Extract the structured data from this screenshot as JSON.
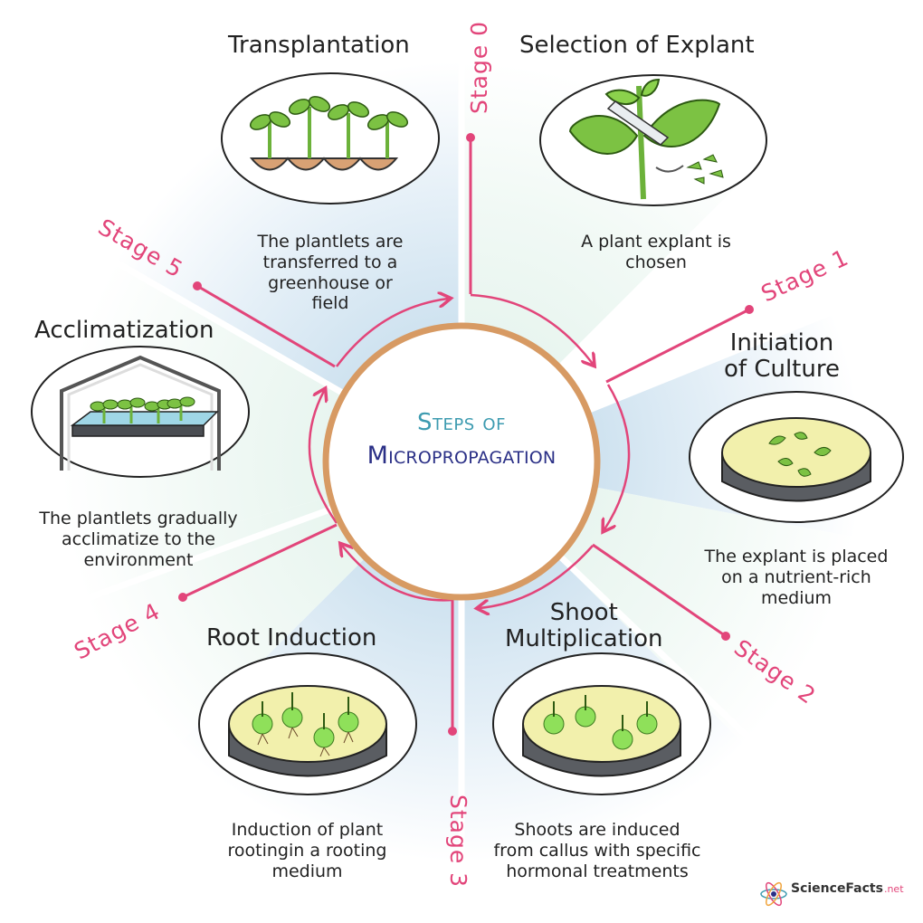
{
  "center": {
    "line1": "Steps of",
    "line2": "Micropropagation"
  },
  "stages": [
    {
      "label": "Stage 0",
      "title": "Selection of Explant",
      "description": "A plant explant is\nchosen",
      "illustration": "leaf-cutting-icon"
    },
    {
      "label": "Stage 1",
      "title": "Initiation\nof Culture",
      "description": "The explant is placed\non a nutrient-rich\nmedium",
      "illustration": "petri-dish-icon"
    },
    {
      "label": "Stage 2",
      "title": "Shoot\nMultiplication",
      "description": "Shoots are induced\nfrom callus with specific\nhormonal treatments",
      "illustration": "shoot-dish-icon"
    },
    {
      "label": "Stage 3",
      "title": "Root Induction",
      "description": "Induction of plant\nrootingin a rooting\nmedium",
      "illustration": "root-dish-icon"
    },
    {
      "label": "Stage 4",
      "title": "Acclimatization",
      "description": "The plantlets gradually\nacclimatize to the\nenvironment",
      "illustration": "greenhouse-icon"
    },
    {
      "label": "Stage 5",
      "title": "Transplantation",
      "description": "The plantlets are\ntransferred to a\ngreenhouse or\nfield",
      "illustration": "seedling-tray-icon"
    }
  ],
  "brand": {
    "name": "ScienceFacts",
    "suffix": ".net"
  },
  "colors": {
    "accent_pink": "#e2457a",
    "ring": "#d79a63",
    "title_teal": "#3d9bb0",
    "title_navy": "#2a2f86",
    "sector_blue": "#d4e6f1",
    "leaf_green": "#7cc243"
  }
}
